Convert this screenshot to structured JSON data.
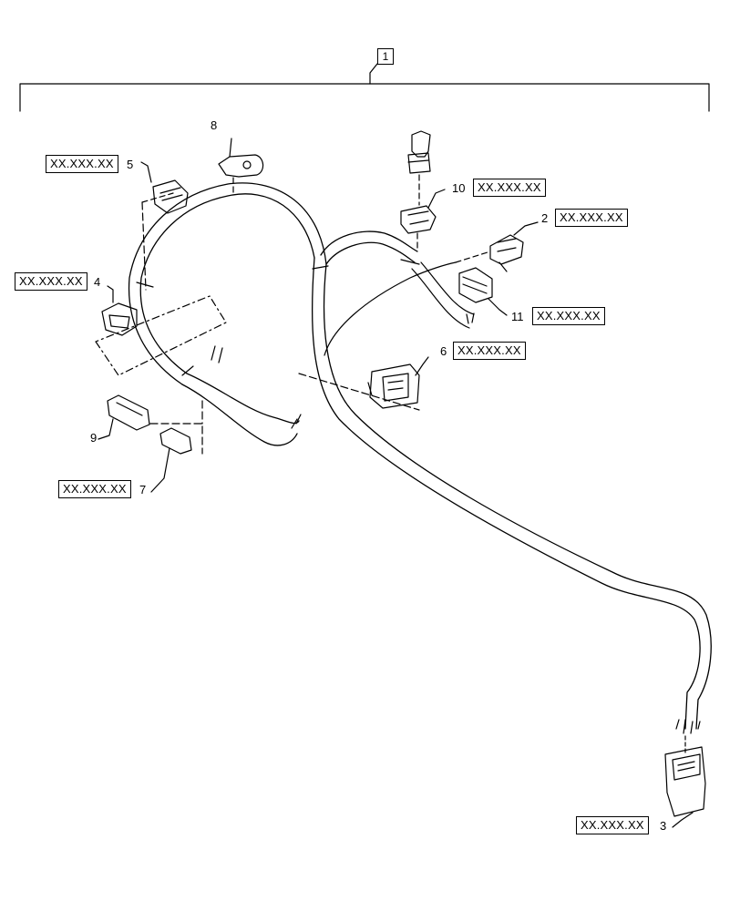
{
  "assembly_item": "1",
  "items": [
    {
      "id": "2",
      "ref": "XX.XXX.XX"
    },
    {
      "id": "3",
      "ref": "XX.XXX.XX"
    },
    {
      "id": "4",
      "ref": "XX.XXX.XX"
    },
    {
      "id": "5",
      "ref": "XX.XXX.XX"
    },
    {
      "id": "6",
      "ref": "XX.XXX.XX"
    },
    {
      "id": "7",
      "ref": "XX.XXX.XX"
    },
    {
      "id": "8",
      "ref": ""
    },
    {
      "id": "9",
      "ref": ""
    },
    {
      "id": "10",
      "ref": "XX.XXX.XX"
    },
    {
      "id": "11",
      "ref": "XX.XXX.XX"
    }
  ],
  "colors": {
    "line": "#000000",
    "background": "#ffffff"
  }
}
